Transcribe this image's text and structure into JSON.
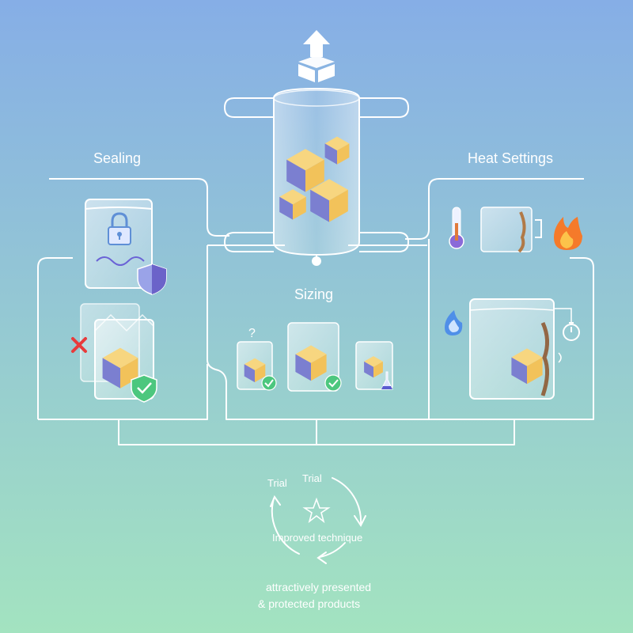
{
  "colors": {
    "bg_top": "#86aee6",
    "bg_bottom": "#a3e3c0",
    "line": "#ffffff",
    "cube_yellow": "#f2c25a",
    "cube_purple": "#7b7fd0",
    "check_green": "#4cc77e",
    "cross_red": "#e83b3b",
    "flame_orange": "#f57a2a"
  },
  "sections": {
    "sealing": {
      "title": "Sealing"
    },
    "heat_settings": {
      "title": "Heat Settings"
    },
    "sizing": {
      "title": "Sizing"
    }
  },
  "cycle": {
    "trial_1": "Trial",
    "trial_2": "Trial",
    "improved": "Improved technique"
  },
  "outcome": {
    "line_1": "attractively presented",
    "line_2": "& protected products"
  },
  "icons": [
    "upload-box-icon",
    "lock-icon",
    "shield-icon",
    "cross-icon",
    "check-icon",
    "question-icon",
    "thermometer-icon",
    "flame-icon",
    "timer-icon",
    "star-icon",
    "flask-icon"
  ]
}
